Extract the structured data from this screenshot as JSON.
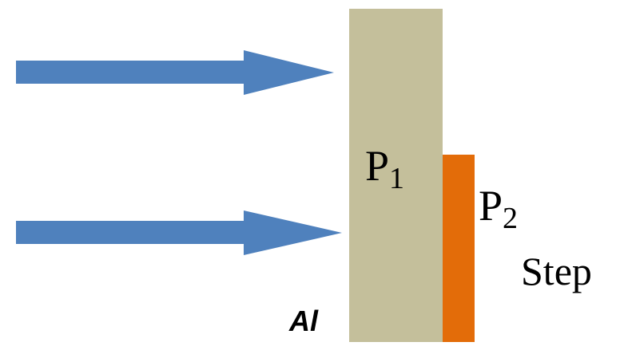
{
  "labels": {
    "p1_main": "P",
    "p1_sub": "1",
    "p2_main": "P",
    "p2_sub": "2",
    "step": "Step",
    "al": "Al"
  },
  "colors": {
    "arrow": "#4f81bd",
    "plate_p1": "#c4bf9b",
    "plate_p2": "#e36c09",
    "text": "#000000",
    "background": "#ffffff"
  }
}
